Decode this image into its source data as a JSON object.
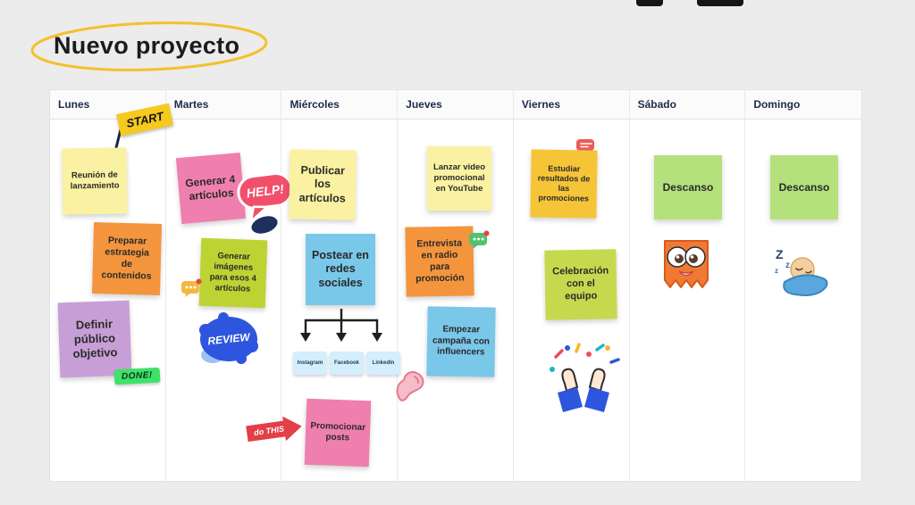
{
  "title": "Nuevo proyecto",
  "colors": {
    "canvas_background": "#ececec",
    "table_background": "#ffffff",
    "day_label": "#1c2b4a",
    "title_text": "#1b1b1e",
    "title_highlight": "#f3c12d"
  },
  "columns": [
    {
      "day": "Lunes",
      "notes": [
        {
          "text": "Reunión de lanzamiento",
          "color": "#faf2a2"
        },
        {
          "text": "Preparar estrategia de contenidos",
          "color": "#f4953d"
        },
        {
          "text": "Definir público objetivo",
          "color": "#c79fd6"
        }
      ],
      "stickers": [
        {
          "name": "start-flag",
          "label": "START"
        },
        {
          "name": "done-tag",
          "label": "DONE!"
        }
      ]
    },
    {
      "day": "Martes",
      "notes": [
        {
          "text": "Generar 4 artículos",
          "color": "#ef7fae"
        },
        {
          "text": "Generar imágenes para esos 4 artículos",
          "color": "#bdd334"
        }
      ],
      "stickers": [
        {
          "name": "help-speech-bubble",
          "label": "HELP!"
        },
        {
          "name": "chat-bubble-yellow"
        },
        {
          "name": "review-blob",
          "label": "REVIEW"
        }
      ]
    },
    {
      "day": "Miércoles",
      "notes": [
        {
          "text": "Publicar los artículos",
          "color": "#faf2a2"
        },
        {
          "text": "Postear en redes sociales",
          "color": "#79c7e9"
        },
        {
          "text": "Promocionar posts",
          "color": "#ef7fae"
        }
      ],
      "social_channels": [
        "Instagram",
        "Facebook",
        "LinkedIn"
      ],
      "stickers": [
        {
          "name": "do-this-arrow",
          "label": "do THIS"
        }
      ]
    },
    {
      "day": "Jueves",
      "notes": [
        {
          "text": "Lanzar video promocional en YouTube",
          "color": "#faf2a2"
        },
        {
          "text": "Entrevista en radio para promoción",
          "color": "#f4953d"
        },
        {
          "text": "Empezar campaña con influencers",
          "color": "#79c7e9"
        }
      ],
      "stickers": [
        {
          "name": "chat-bubble-green"
        },
        {
          "name": "flex-arm"
        }
      ]
    },
    {
      "day": "Viernes",
      "notes": [
        {
          "text": "Estudiar resultados de las promociones",
          "color": "#f6c437"
        },
        {
          "text": "Celebración con el equipo",
          "color": "#c6d94e"
        }
      ],
      "stickers": [
        {
          "name": "chat-bubble-red"
        },
        {
          "name": "confetti-hands"
        }
      ]
    },
    {
      "day": "Sábado",
      "notes": [
        {
          "text": "Descanso",
          "color": "#b5e17c"
        }
      ],
      "stickers": [
        {
          "name": "excited-character"
        }
      ]
    },
    {
      "day": "Domingo",
      "notes": [
        {
          "text": "Descanso",
          "color": "#b5e17c"
        }
      ],
      "stickers": [
        {
          "name": "sleeping-character",
          "zzz": [
            "Z",
            "z",
            "z"
          ]
        }
      ]
    }
  ]
}
